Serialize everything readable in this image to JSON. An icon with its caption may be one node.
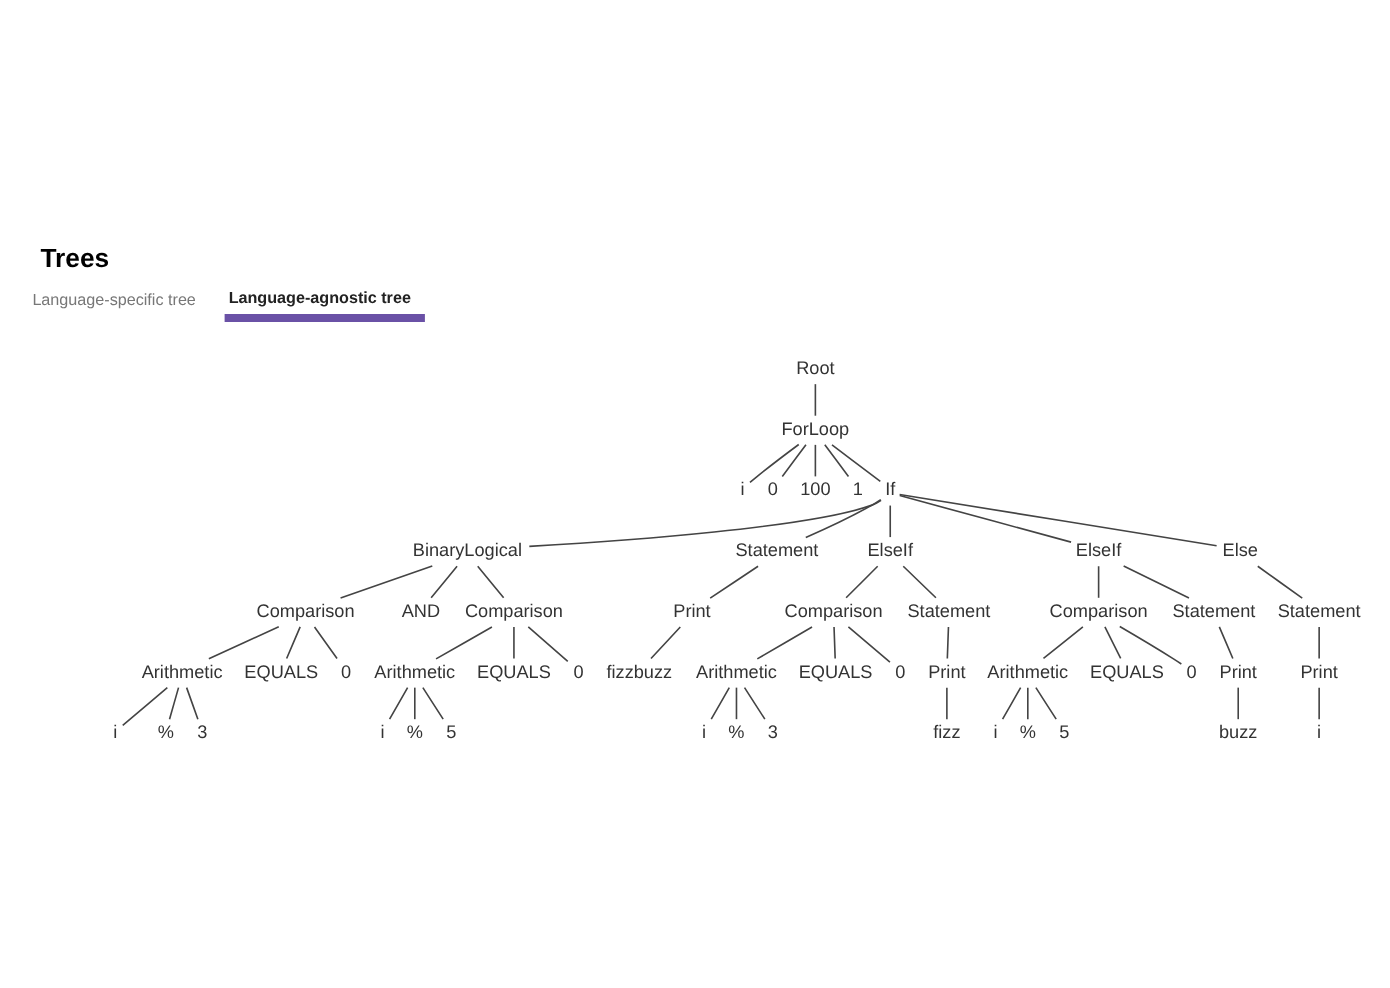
{
  "diagram": {
    "title": "Trees",
    "nodes": [
      {
        "text": [
          "Root"
        ]
      },
      {
        "text": [
          "ForLoop"
        ]
      },
      {
        "text": [
          "i"
        ]
      },
      {
        "text": [
          "0"
        ]
      },
      {
        "text": [
          "100"
        ]
      },
      {
        "text": [
          "1"
        ]
      },
      {
        "text": [
          "If"
        ]
      },
      {
        "text": [
          "BinaryLogical"
        ]
      },
      {
        "text": [
          "Statement"
        ]
      },
      {
        "text": [
          "ElseIf"
        ]
      },
      {
        "text": [
          "ElseIf"
        ]
      },
      {
        "text": [
          "Else"
        ]
      },
      {
        "text": [
          "Comparison"
        ]
      },
      {
        "text": [
          "AND"
        ]
      },
      {
        "text": [
          "Comparison"
        ]
      },
      {
        "text": [
          "Print"
        ]
      },
      {
        "text": [
          "Comparison"
        ]
      },
      {
        "text": [
          "Statement"
        ]
      },
      {
        "text": [
          "Comparison"
        ]
      },
      {
        "text": [
          "Statement"
        ]
      },
      {
        "text": [
          "Statement"
        ]
      },
      {
        "text": [
          "Arithmetic"
        ]
      },
      {
        "text": [
          "EQUALS"
        ]
      },
      {
        "text": [
          "0"
        ]
      },
      {
        "text": [
          "Arithmetic"
        ]
      },
      {
        "text": [
          "EQUALS"
        ]
      },
      {
        "text": [
          "0"
        ]
      },
      {
        "text": [
          "fizzbuzz"
        ]
      },
      {
        "text": [
          "Arithmetic"
        ]
      },
      {
        "text": [
          "EQUALS"
        ]
      },
      {
        "text": [
          "0"
        ]
      },
      {
        "text": [
          "Print"
        ]
      },
      {
        "text": [
          "Arithmetic"
        ]
      },
      {
        "text": [
          "EQUALS"
        ]
      },
      {
        "text": [
          "0"
        ]
      },
      {
        "text": [
          "Print"
        ]
      },
      {
        "text": [
          "Print"
        ]
      },
      {
        "text": [
          "i"
        ]
      },
      {
        "text": [
          "%"
        ]
      },
      {
        "text": [
          "3"
        ]
      },
      {
        "text": [
          "i"
        ]
      },
      {
        "text": [
          "%"
        ]
      },
      {
        "text": [
          "5"
        ]
      },
      {
        "text": [
          "i"
        ]
      },
      {
        "text": [
          "%"
        ]
      },
      {
        "text": [
          "3"
        ]
      },
      {
        "text": [
          "fizz"
        ]
      },
      {
        "text": [
          "i"
        ]
      },
      {
        "text": [
          "%"
        ]
      },
      {
        "text": [
          "5"
        ]
      },
      {
        "text": [
          "buzz"
        ]
      },
      {
        "text": [
          "i"
        ]
      }
    ],
    "edges": [
      {
        "from": 0,
        "to": 1,
        "arrow": "none"
      },
      {
        "from": 1,
        "to": 2,
        "arrow": "none"
      },
      {
        "from": 1,
        "to": 3,
        "arrow": "none"
      },
      {
        "from": 1,
        "to": 4,
        "arrow": "none"
      },
      {
        "from": 1,
        "to": 5,
        "arrow": "none"
      },
      {
        "from": 1,
        "to": 6,
        "arrow": "none"
      },
      {
        "from": 6,
        "to": 7,
        "arrow": "none"
      },
      {
        "from": 6,
        "to": 8,
        "arrow": "none"
      },
      {
        "from": 6,
        "to": 9,
        "arrow": "none"
      },
      {
        "from": 6,
        "to": 10,
        "arrow": "none"
      },
      {
        "from": 6,
        "to": 11,
        "arrow": "none"
      },
      {
        "from": 7,
        "to": 12,
        "arrow": "none"
      },
      {
        "from": 7,
        "to": 13,
        "arrow": "none"
      },
      {
        "from": 7,
        "to": 14,
        "arrow": "none"
      },
      {
        "from": 8,
        "to": 15,
        "arrow": "none"
      },
      {
        "from": 9,
        "to": 16,
        "arrow": "none"
      },
      {
        "from": 9,
        "to": 17,
        "arrow": "none"
      },
      {
        "from": 10,
        "to": 18,
        "arrow": "none"
      },
      {
        "from": 10,
        "to": 19,
        "arrow": "none"
      },
      {
        "from": 11,
        "to": 20,
        "arrow": "none"
      },
      {
        "from": 12,
        "to": 21,
        "arrow": "none"
      },
      {
        "from": 12,
        "to": 22,
        "arrow": "none"
      },
      {
        "from": 12,
        "to": 23,
        "arrow": "none"
      },
      {
        "from": 14,
        "to": 24,
        "arrow": "none"
      },
      {
        "from": 14,
        "to": 25,
        "arrow": "none"
      },
      {
        "from": 14,
        "to": 26,
        "arrow": "none"
      },
      {
        "from": 15,
        "to": 27,
        "arrow": "none"
      },
      {
        "from": 16,
        "to": 28,
        "arrow": "none"
      },
      {
        "from": 16,
        "to": 29,
        "arrow": "none"
      },
      {
        "from": 16,
        "to": 30,
        "arrow": "none"
      },
      {
        "from": 17,
        "to": 31,
        "arrow": "none"
      },
      {
        "from": 18,
        "to": 32,
        "arrow": "none"
      },
      {
        "from": 18,
        "to": 33,
        "arrow": "none"
      },
      {
        "from": 18,
        "to": 34,
        "arrow": "none"
      },
      {
        "from": 19,
        "to": 35,
        "arrow": "none"
      },
      {
        "from": 20,
        "to": 36,
        "arrow": "none"
      },
      {
        "from": 21,
        "to": 37,
        "arrow": "none"
      },
      {
        "from": 21,
        "to": 38,
        "arrow": "none"
      },
      {
        "from": 21,
        "to": 39,
        "arrow": "none"
      },
      {
        "from": 24,
        "to": 40,
        "arrow": "none"
      },
      {
        "from": 24,
        "to": 41,
        "arrow": "none"
      },
      {
        "from": 24,
        "to": 42,
        "arrow": "none"
      },
      {
        "from": 28,
        "to": 43,
        "arrow": "none"
      },
      {
        "from": 28,
        "to": 44,
        "arrow": "none"
      },
      {
        "from": 28,
        "to": 45,
        "arrow": "none"
      },
      {
        "from": 31,
        "to": 46,
        "arrow": "none"
      },
      {
        "from": 32,
        "to": 47,
        "arrow": "none"
      },
      {
        "from": 32,
        "to": 48,
        "arrow": "none"
      },
      {
        "from": 32,
        "to": 49,
        "arrow": "none"
      },
      {
        "from": 35,
        "to": 50,
        "arrow": "none"
      },
      {
        "from": 36,
        "to": 51,
        "arrow": "none"
      }
    ],
    "labels": [
      "Language-specific tree",
      "Language-agnostic tree"
    ]
  }
}
